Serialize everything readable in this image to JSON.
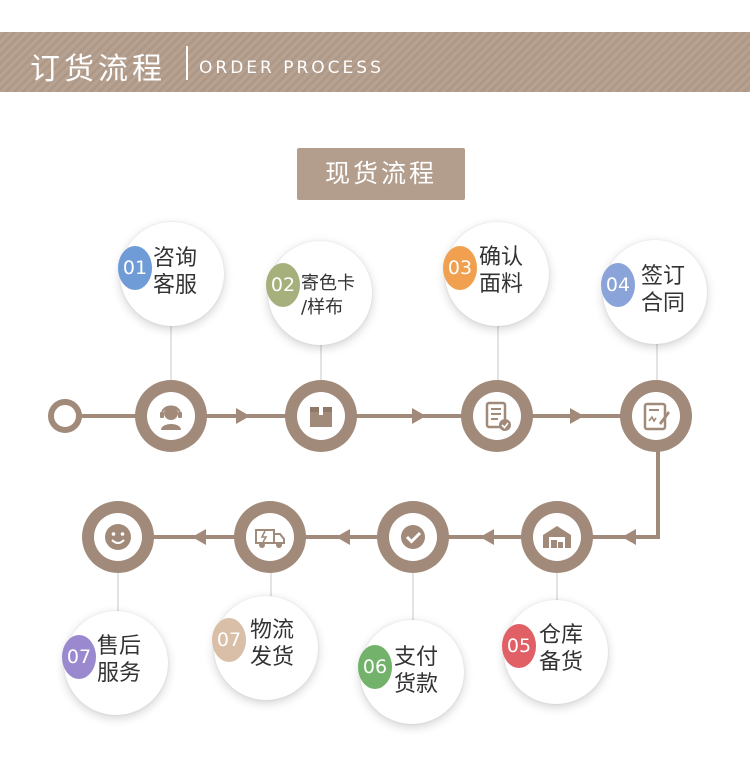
{
  "header": {
    "title_cn": "订货流程",
    "title_en": "ORDER PROCESS"
  },
  "badge": {
    "label": "现货流程"
  },
  "steps": [
    {
      "num": "01",
      "line1": "咨询",
      "line2": "客服",
      "color": "#6f9bd6",
      "icon": "customer-service-icon"
    },
    {
      "num": "02",
      "line1": "寄色卡",
      "line2": "/样布",
      "color": "#a6b07c",
      "icon": "box-icon"
    },
    {
      "num": "03",
      "line1": "确认",
      "line2": "面料",
      "color": "#f0a04e",
      "icon": "document-check-icon"
    },
    {
      "num": "04",
      "line1": "签订",
      "line2": "合同",
      "color": "#8aa3d8",
      "icon": "contract-sign-icon"
    },
    {
      "num": "05",
      "line1": "仓库",
      "line2": "备货",
      "color": "#e06065",
      "icon": "warehouse-icon"
    },
    {
      "num": "06",
      "line1": "支付",
      "line2": "货款",
      "color": "#72b26a",
      "icon": "payment-check-icon"
    },
    {
      "num": "07",
      "line1": "物流",
      "line2": "发货",
      "color": "#d9bfa8",
      "icon": "delivery-truck-icon"
    },
    {
      "num": "07",
      "line1": "售后",
      "line2": "服务",
      "color": "#9a89cf",
      "icon": "smiley-icon"
    }
  ],
  "colors": {
    "line": "#a18a79",
    "header": "#b39e8d"
  }
}
